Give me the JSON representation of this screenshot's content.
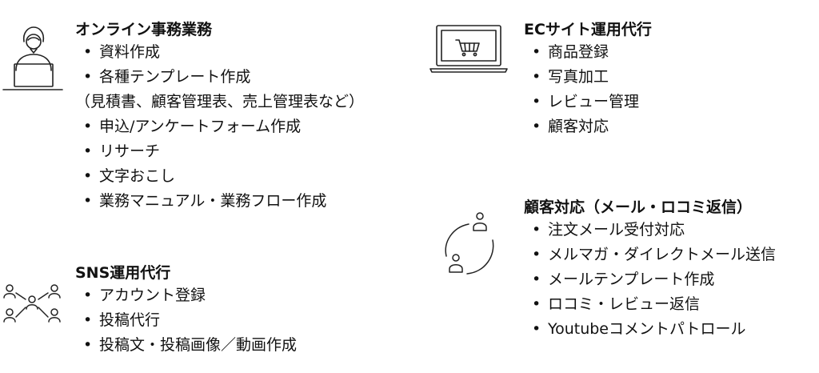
{
  "sections": {
    "online": {
      "title": "オンライン事務業務",
      "items": [
        "資料作成",
        "各種テンプレート作成",
        "（見積書、顧客管理表、売上管理表など）",
        "申込/アンケートフォーム作成",
        "リサーチ",
        "文字おこし",
        "業務マニュアル・業務フロー作成"
      ]
    },
    "sns": {
      "title": "SNS運用代行",
      "items": [
        "アカウント登録",
        "投稿代行",
        "投稿文・投稿画像／動画作成"
      ]
    },
    "ec": {
      "title": "ECサイト運用代行",
      "items": [
        "商品登録",
        "写真加工",
        "レビュー管理",
        "顧客対応"
      ]
    },
    "support": {
      "title": "顧客対応（メール・ロコミ返信）",
      "items": [
        "注文メール受付対応",
        "メルマガ・ダイレクトメール送信",
        "メールテンプレート作成",
        "ロコミ・レビュー返信",
        "Youtubeコメントパトロール"
      ]
    }
  },
  "icons": {
    "online": "office-worker-laptop-icon",
    "sns": "people-network-icon",
    "ec": "laptop-shopping-cart-icon",
    "support": "customer-support-cycle-icon"
  }
}
